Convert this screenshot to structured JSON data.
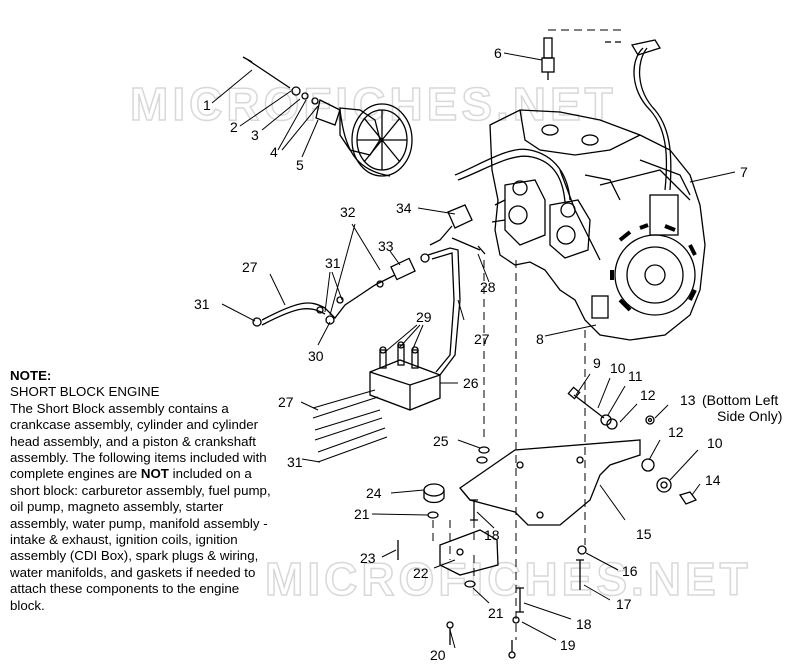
{
  "watermarks": [
    "MICROFICHES.NET",
    "MICROFICHES.NET"
  ],
  "note": {
    "title": "NOTE:",
    "subtitle": "SHORT BLOCK ENGINE",
    "p1": "The Short Block assembly contains a crankcase assembly, cylinder and cylinder head assembly, and a piston & crankshaft assembly.  The following items included with complete engines are",
    "not": "NOT",
    "p2": "included on a short block:  carburetor assembly, fuel pump, oil pump, magneto assembly, starter assembly, water pump, manifold assembly - intake & exhaust, ignition coils, ignition assembly (CDI Box), spark plugs & wiring, water manifolds, and gaskets if needed to attach these components to the engine block."
  },
  "callouts": {
    "c1": "1",
    "c2": "2",
    "c3": "3",
    "c4": "4",
    "c5": "5",
    "c6": "6",
    "c7": "7",
    "c8": "8",
    "c9": "9",
    "c10a": "10",
    "c10b": "10",
    "c11": "11",
    "c12a": "12",
    "c12b": "12",
    "c13": "13",
    "c13note1": "(Bottom Left",
    "c13note2": "Side Only)",
    "c14": "14",
    "c15": "15",
    "c16": "16",
    "c17": "17",
    "c18a": "18",
    "c18b": "18",
    "c19": "19",
    "c20": "20",
    "c21a": "21",
    "c21b": "21",
    "c22": "22",
    "c23": "23",
    "c24": "24",
    "c25": "25",
    "c26": "26",
    "c27a": "27",
    "c27b": "27",
    "c27c": "27",
    "c28": "28",
    "c29": "29",
    "c30": "30",
    "c31a": "31",
    "c31b": "31",
    "c31c": "31",
    "c32": "32",
    "c33": "33",
    "c34": "34"
  }
}
